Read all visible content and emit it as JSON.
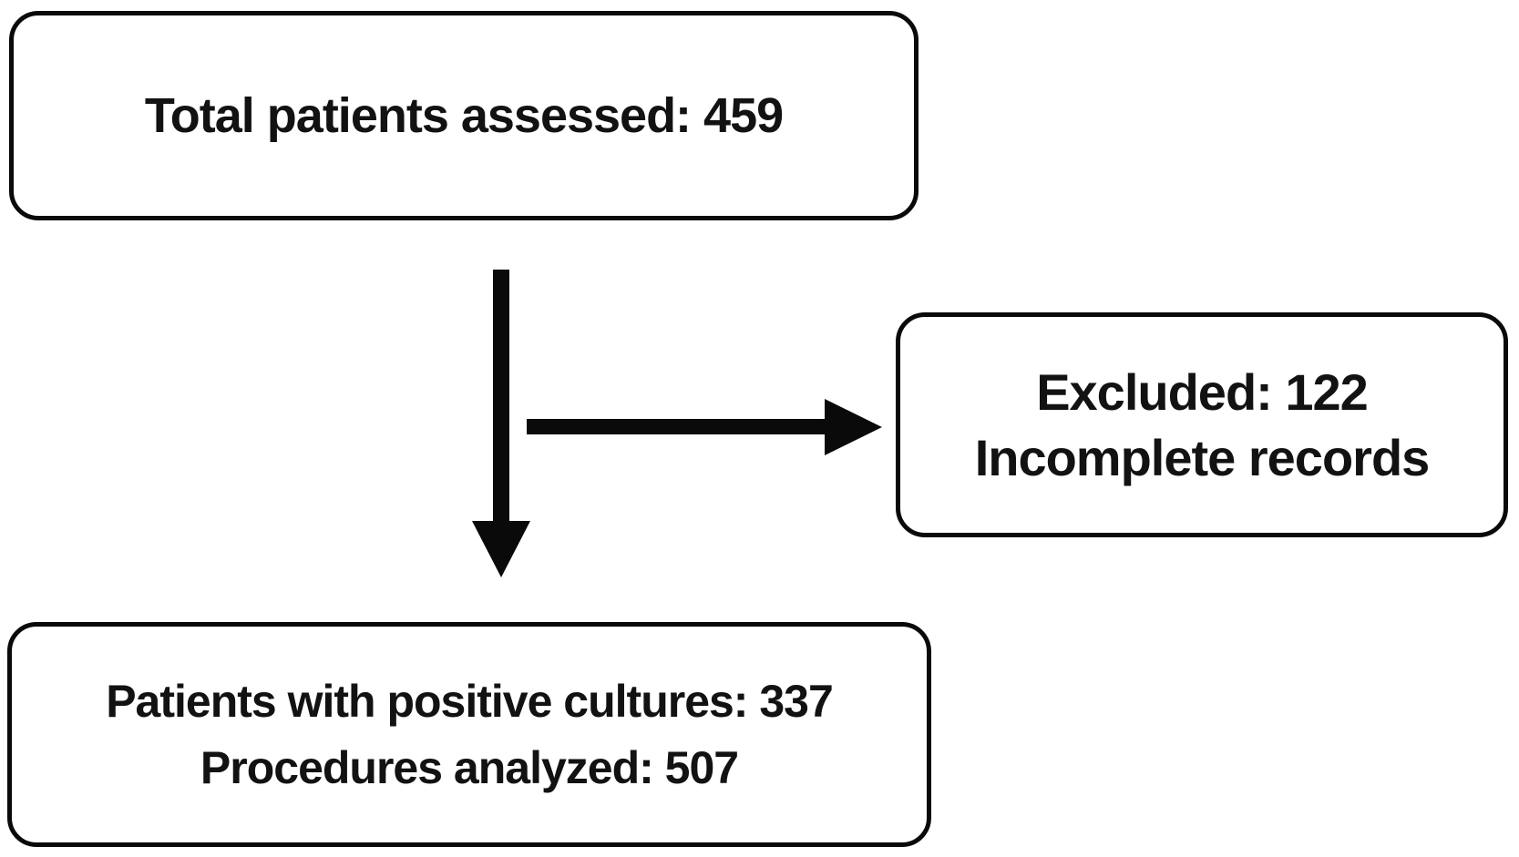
{
  "diagram": {
    "type": "flowchart",
    "background_color": "#ffffff",
    "stroke_color": "#0a0a0a",
    "text_color": "#121212",
    "nodes": {
      "total": {
        "lines": [
          "Total patients assessed: 459"
        ],
        "total_patients_assessed": 459
      },
      "excluded": {
        "lines": [
          "Excluded: 122",
          "Incomplete records"
        ],
        "excluded_count": 122,
        "exclusion_reason": "Incomplete records"
      },
      "analyzed": {
        "lines": [
          "Patients with positive cultures: 337",
          "Procedures analyzed: 507"
        ],
        "patients_with_positive_cultures": 337,
        "procedures_analyzed": 507
      }
    },
    "edges": [
      {
        "from": "total",
        "to": "analyzed",
        "direction": "down"
      },
      {
        "from": "total",
        "to": "excluded",
        "direction": "right"
      }
    ]
  }
}
